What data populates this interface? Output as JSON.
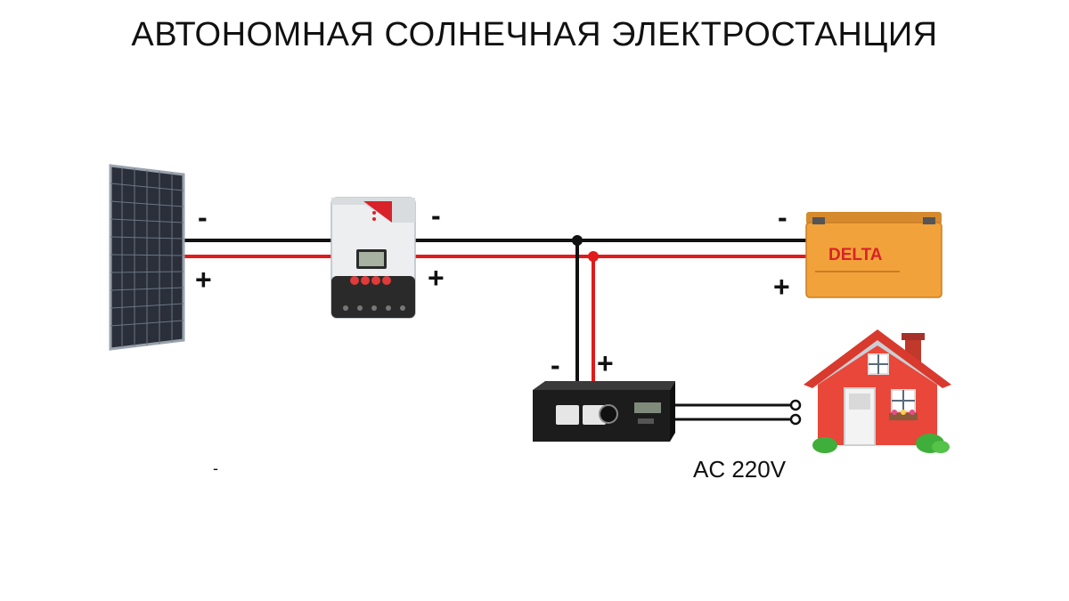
{
  "title": "АВТОНОМНАЯ СОЛНЕЧНАЯ ЭЛЕКТРОСТАНЦИЯ",
  "labels": {
    "panel_minus": "-",
    "panel_plus": "+",
    "controller_minus": "-",
    "controller_plus": "+",
    "battery_minus": "-",
    "battery_plus": "+",
    "inverter_minus": "-",
    "inverter_plus": "+",
    "ac_output": "AC 220V",
    "stray_mark": "-"
  },
  "battery_brand": "DELTA",
  "colors": {
    "negative_wire": "#111111",
    "positive_wire": "#e01b1b",
    "battery_body": "#f2a23a",
    "house_roof": "#d83a2e",
    "house_wall": "#e8473a"
  }
}
